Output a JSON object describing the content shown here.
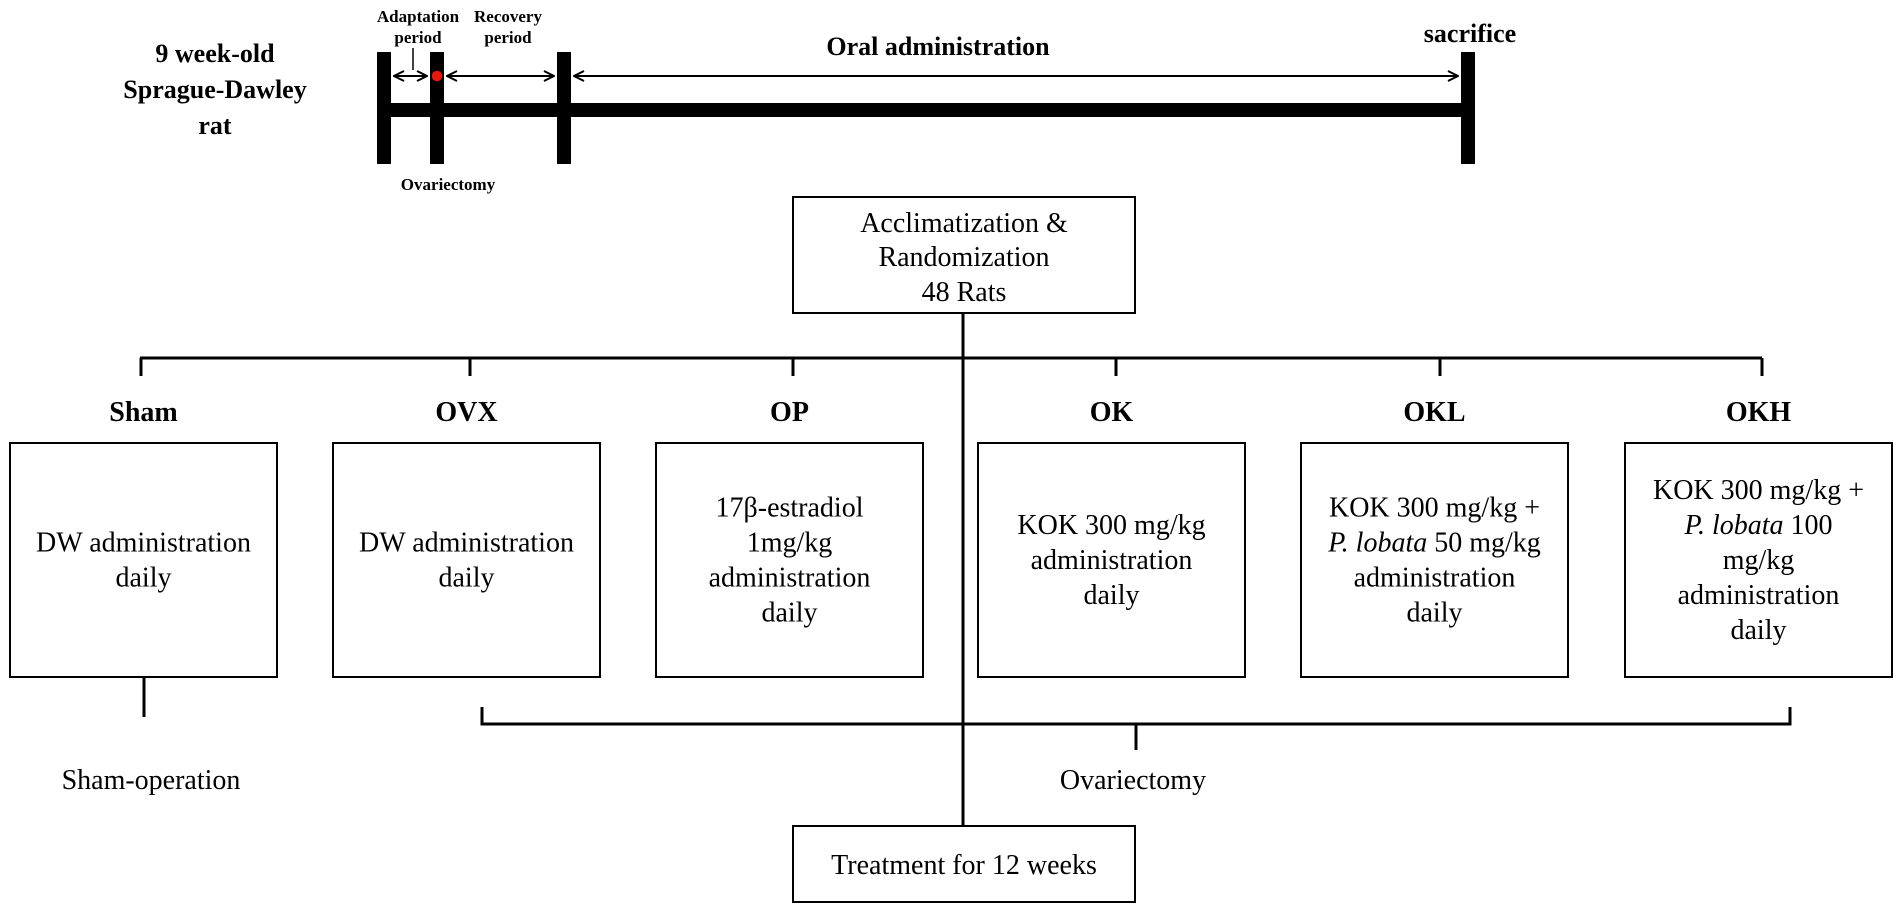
{
  "timeline": {
    "subject_line1": "9 week-old",
    "subject_line2": "Sprague-Dawley",
    "subject_line3": "rat",
    "adaptation_line1": "Adaptation",
    "adaptation_line2": "period",
    "recovery_line1": "Recovery",
    "recovery_line2": "period",
    "oral_administration": "Oral administration",
    "sacrifice": "sacrifice",
    "ovariectomy": "Ovariectomy",
    "ovx_marker_color": "#e8170b"
  },
  "root": {
    "line1": "Acclimatization &",
    "line2": "Randomization",
    "line3": "48 Rats"
  },
  "groups": [
    {
      "name": "Sham",
      "lines": [
        [
          "DW administration"
        ],
        [
          "daily"
        ]
      ]
    },
    {
      "name": "OVX",
      "lines": [
        [
          "DW administration"
        ],
        [
          "daily"
        ]
      ]
    },
    {
      "name": "OP",
      "lines": [
        [
          "17β-estradiol"
        ],
        [
          "1mg/kg"
        ],
        [
          "administration"
        ],
        [
          "daily"
        ]
      ]
    },
    {
      "name": "OK",
      "lines": [
        [
          "KOK 300 mg/kg"
        ],
        [
          "administration"
        ],
        [
          "daily"
        ]
      ]
    },
    {
      "name": "OKL",
      "lines": [
        [
          "KOK 300 mg/kg +"
        ],
        [
          "P. lobata",
          " 50 mg/kg"
        ],
        [
          "administration"
        ],
        [
          "daily"
        ]
      ]
    },
    {
      "name": "OKH",
      "lines": [
        [
          "KOK 300 mg/kg +"
        ],
        [
          "P. lobata",
          " 100"
        ],
        [
          "mg/kg"
        ],
        [
          "administration"
        ],
        [
          "daily"
        ]
      ]
    }
  ],
  "sham_operation": "Sham-operation",
  "ovariectomy_group": "Ovariectomy",
  "treatment": "Treatment for 12 weeks"
}
